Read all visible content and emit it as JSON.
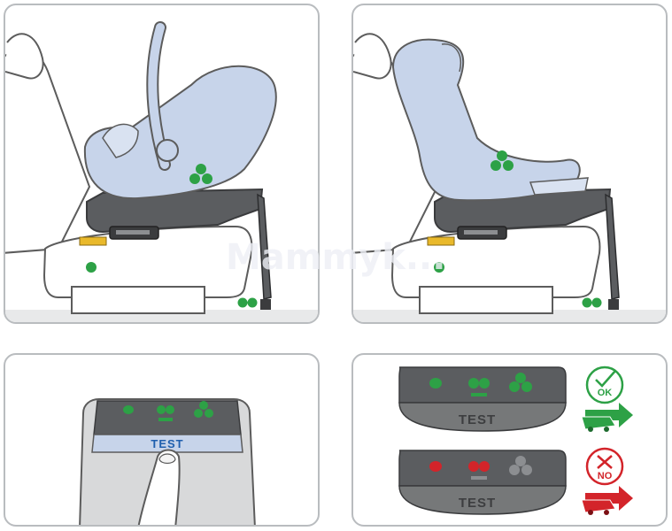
{
  "colors": {
    "seat_blue": "#c7d4ea",
    "base_dark": "#5b5d60",
    "indicator_green": "#2da146",
    "indicator_red": "#d3242a",
    "check_green": "#2da146",
    "cross_red": "#d3242a",
    "test_button": "#c7d4ea"
  },
  "panels": [
    {
      "id": "infant-carrier",
      "description_icons": [
        "car-seat-icon",
        "infant-carrier-icon",
        "isofix-base-icon"
      ]
    },
    {
      "id": "toddler-seat",
      "description_icons": [
        "car-seat-icon",
        "toddler-seat-icon",
        "isofix-base-icon"
      ]
    },
    {
      "id": "test-press"
    },
    {
      "id": "test-results"
    }
  ],
  "test_label": "TEST",
  "ok_label": "OK",
  "no_label": "NO",
  "watermark": "Mammyk..."
}
